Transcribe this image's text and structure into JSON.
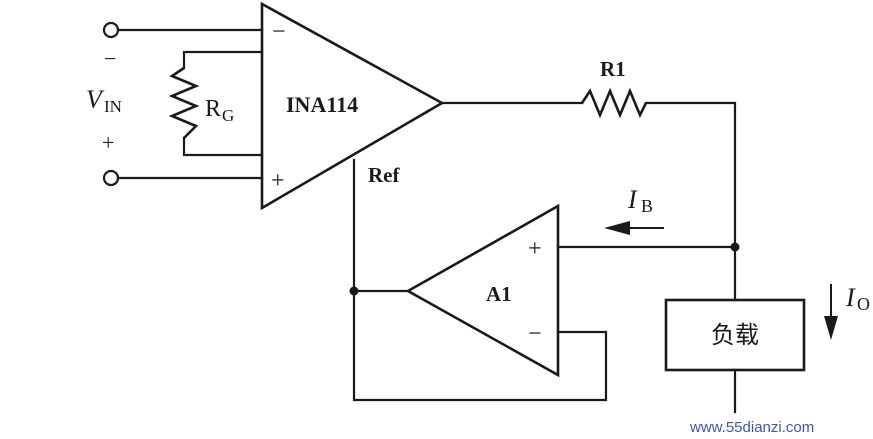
{
  "diagram": {
    "vin_label_main": "V",
    "vin_label_sub": "IN",
    "minus_sign": "−",
    "plus_sign": "+",
    "rg_label_main": "R",
    "rg_label_sub": "G",
    "ina_label": "INA114",
    "ina_minus": "−",
    "ina_plus": "+",
    "ref_label": "Ref",
    "r1_label": "R1",
    "a1_label": "A1",
    "a1_plus": "+",
    "a1_minus": "−",
    "ib_label_main": "I",
    "ib_label_sub": "B",
    "io_label_main": "I",
    "io_label_sub": "O",
    "load_label": "负载"
  },
  "watermark": {
    "text": "www.55dianzi.com",
    "color": "#3a55c0"
  }
}
